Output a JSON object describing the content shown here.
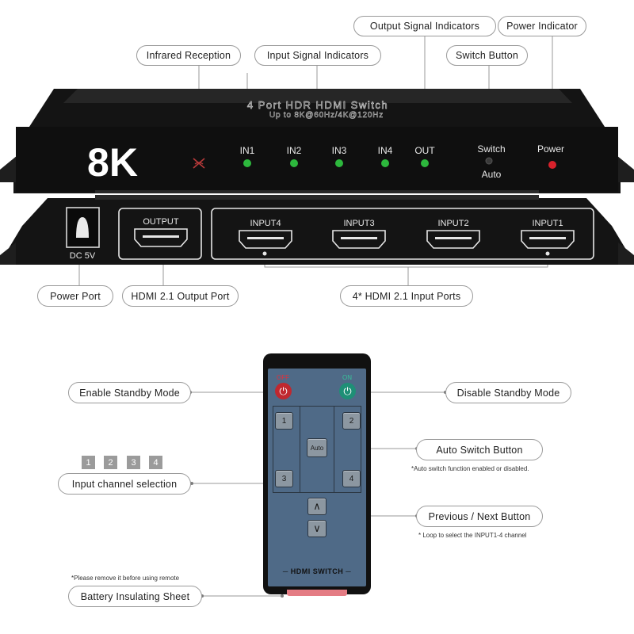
{
  "device": {
    "title": "4 Port HDR HDMI Switch",
    "subtitle": "Up to 8K@60Hz/4K@120Hz",
    "badge": "8K",
    "front_labels": [
      "IN1",
      "IN2",
      "IN3",
      "IN4",
      "OUT"
    ],
    "switch_label": "Switch",
    "auto_label": "Auto",
    "power_label": "Power",
    "back_port_labels": {
      "dc": "DC 5V",
      "output": "OUTPUT",
      "inputs": [
        "INPUT4",
        "INPUT3",
        "INPUT2",
        "INPUT1"
      ]
    },
    "colors": {
      "led_green": "#2db83d",
      "led_red": "#d8212b",
      "body": "#141414"
    }
  },
  "top_callouts": {
    "infrared": "Infrared Reception",
    "input_signal": "Input Signal Indicators",
    "output_signal": "Output Signal Indicators",
    "switch_button": "Switch Button",
    "power_indicator": "Power Indicator"
  },
  "bottom_callouts": {
    "power_port": "Power Port",
    "hdmi_output": "HDMI 2.1 Output Port",
    "hdmi_inputs": "4* HDMI 2.1 Input Ports"
  },
  "remote": {
    "off_label": "OFF",
    "on_label": "ON",
    "buttons": [
      "1",
      "2",
      "Auto",
      "3",
      "4"
    ],
    "up_glyph": "∧",
    "down_glyph": "∨",
    "name": "HDMI SWITCH",
    "colors": {
      "body": "#4f6a87",
      "off": "#c0282f",
      "on": "#1e8f76"
    }
  },
  "remote_callouts": {
    "enable_standby": "Enable Standby Mode",
    "disable_standby": "Disable Standby Mode",
    "auto_switch": "Auto Switch Button",
    "auto_switch_note": "*Auto switch function enabled or disabled.",
    "input_channel": "Input channel selection",
    "channel_numbers": [
      "1",
      "2",
      "3",
      "4"
    ],
    "prev_next": "Previous / Next Button",
    "prev_next_note": "* Loop to select the INPUT1-4 channel",
    "battery_note": "*Please remove it before using remote",
    "battery": "Battery Insulating Sheet"
  }
}
